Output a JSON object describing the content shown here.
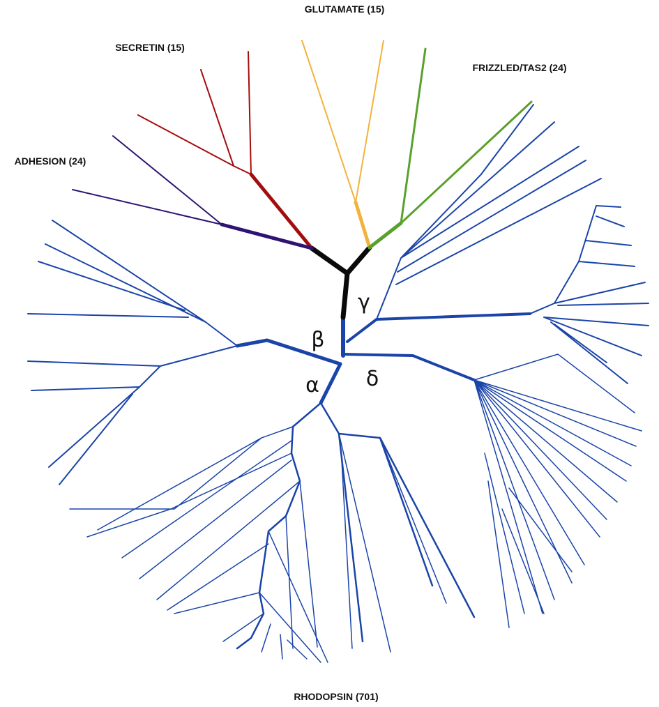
{
  "diagram": {
    "family_labels": {
      "glutamate": "GLUTAMATE (15)",
      "secretin": "SECRETIN (15)",
      "frizzled": "FRIZZLED/TAS2 (24)",
      "adhesion": "ADHESION (24)",
      "rhodopsin": "RHODOPSIN (701)"
    },
    "greek_labels": {
      "alpha": "α",
      "beta": "β",
      "gamma": "γ",
      "delta": "δ"
    },
    "colors": {
      "root": "#0a0a0a",
      "rhodopsin": "#1a44a8",
      "glutamate": "#f2b33d",
      "frizzled": "#5aa02c",
      "secretin": "#a30d0d",
      "adhesion": "#2e1372"
    }
  }
}
